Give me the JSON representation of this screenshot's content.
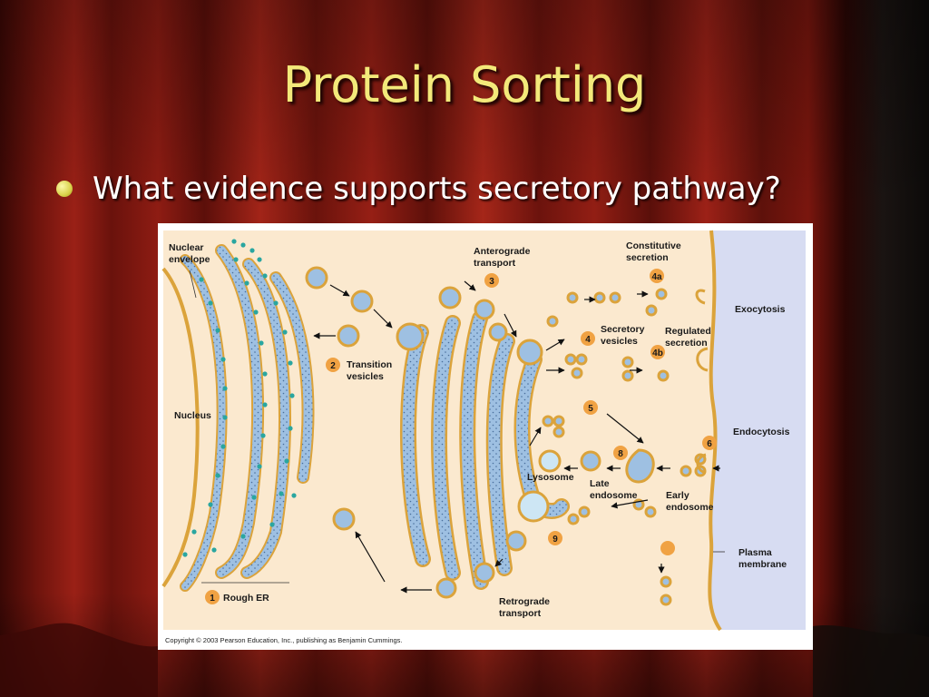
{
  "slide": {
    "title": "Protein Sorting",
    "bullet": "What evidence supports secretory pathway?"
  },
  "colors": {
    "title": "#f3e97a",
    "bullet_text": "#ffffff",
    "bullet_dot": "#e6df5a",
    "curtain_dark": "#2a0503",
    "curtain_red": "#8a1a12",
    "cytoplasm": "#fbe9cf",
    "extracellular": "#d7dcf2",
    "organelle_fill": "#9ec0e2",
    "organelle_border": "#dba33b",
    "ribosome": "#2aa6a0",
    "marker": "#f0a243"
  },
  "figure": {
    "labels": {
      "nuclear_envelope_1": "Nuclear",
      "nuclear_envelope_2": "envelope",
      "anterograde_1": "Anterograde",
      "anterograde_2": "transport",
      "constitutive_1": "Constitutive",
      "constitutive_2": "secretion",
      "exocytosis": "Exocytosis",
      "transition_1": "Transition",
      "transition_2": "vesicles",
      "secretory_1": "Secretory",
      "secretory_2": "vesicles",
      "regulated_1": "Regulated",
      "regulated_2": "secretion",
      "nucleus": "Nucleus",
      "endocytosis": "Endocytosis",
      "lysosome": "Lysosome",
      "late_endosome_1": "Late",
      "late_endosome_2": "endosome",
      "early_endosome_1": "Early",
      "early_endosome_2": "endosome",
      "plasma_membrane_1": "Plasma",
      "plasma_membrane_2": "membrane",
      "rough_er": "Rough ER",
      "retrograde_1": "Retrograde",
      "retrograde_2": "transport",
      "copyright": "Copyright © 2003 Pearson Education, Inc., publishing as Benjamin Cummings."
    },
    "step_numbers": {
      "s1": "1",
      "s2": "2",
      "s3": "3",
      "s4": "4",
      "s4a": "4a",
      "s4b": "4b",
      "s5": "5",
      "s6": "6",
      "s8": "8",
      "s9": "9"
    }
  }
}
